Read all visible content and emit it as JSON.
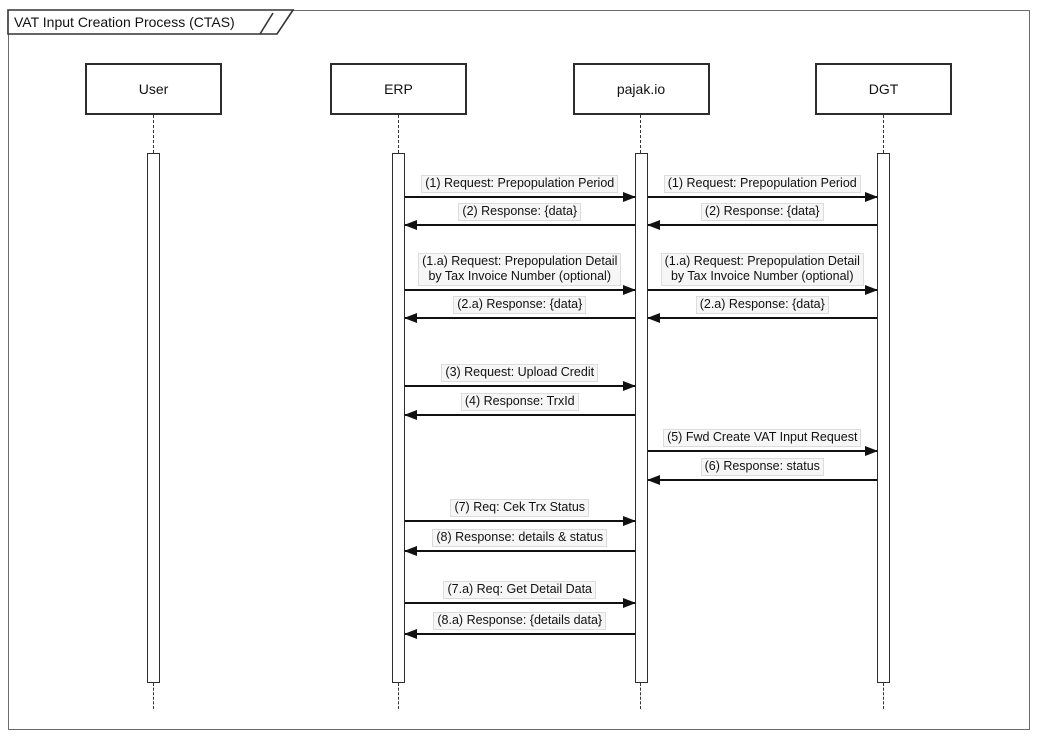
{
  "title": "VAT Input Creation Process (CTAS)",
  "diagram": {
    "type": "uml-sequence",
    "participants": [
      {
        "id": "user",
        "label": "User"
      },
      {
        "id": "erp",
        "label": "ERP"
      },
      {
        "id": "pajakio",
        "label": "pajak.io"
      },
      {
        "id": "dgt",
        "label": "DGT"
      }
    ],
    "messages": [
      {
        "from": "erp",
        "to": "pajakio",
        "label": "(1) Request: Prepopulation Period"
      },
      {
        "from": "pajakio",
        "to": "dgt",
        "label": "(1) Request: Prepopulation Period"
      },
      {
        "from": "pajakio",
        "to": "erp",
        "label": "(2) Response: {data}"
      },
      {
        "from": "dgt",
        "to": "pajakio",
        "label": "(2) Response: {data}"
      },
      {
        "from": "erp",
        "to": "pajakio",
        "label": "(1.a) Request: Prepopulation Detail\nby Tax Invoice Number (optional)"
      },
      {
        "from": "pajakio",
        "to": "dgt",
        "label": "(1.a) Request: Prepopulation Detail\nby Tax Invoice Number (optional)"
      },
      {
        "from": "pajakio",
        "to": "erp",
        "label": "(2.a) Response: {data}"
      },
      {
        "from": "dgt",
        "to": "pajakio",
        "label": "(2.a) Response: {data}"
      },
      {
        "from": "erp",
        "to": "pajakio",
        "label": "(3) Request: Upload Credit"
      },
      {
        "from": "pajakio",
        "to": "erp",
        "label": "(4) Response: TrxId"
      },
      {
        "from": "pajakio",
        "to": "dgt",
        "label": "(5) Fwd Create VAT Input Request"
      },
      {
        "from": "dgt",
        "to": "pajakio",
        "label": "(6) Response: status"
      },
      {
        "from": "erp",
        "to": "pajakio",
        "label": "(7) Req: Cek Trx Status"
      },
      {
        "from": "pajakio",
        "to": "erp",
        "label": "(8) Response: details & status"
      },
      {
        "from": "erp",
        "to": "pajakio",
        "label": "(7.a) Req: Get Detail Data"
      },
      {
        "from": "pajakio",
        "to": "erp",
        "label": "(8.a) Response: {details data}"
      }
    ]
  },
  "colors": {
    "line": "#111111",
    "box_border": "#2d2d2d",
    "frame_border": "#6b6b6b",
    "label_background": "#f6f6f6",
    "background": "#ffffff"
  }
}
